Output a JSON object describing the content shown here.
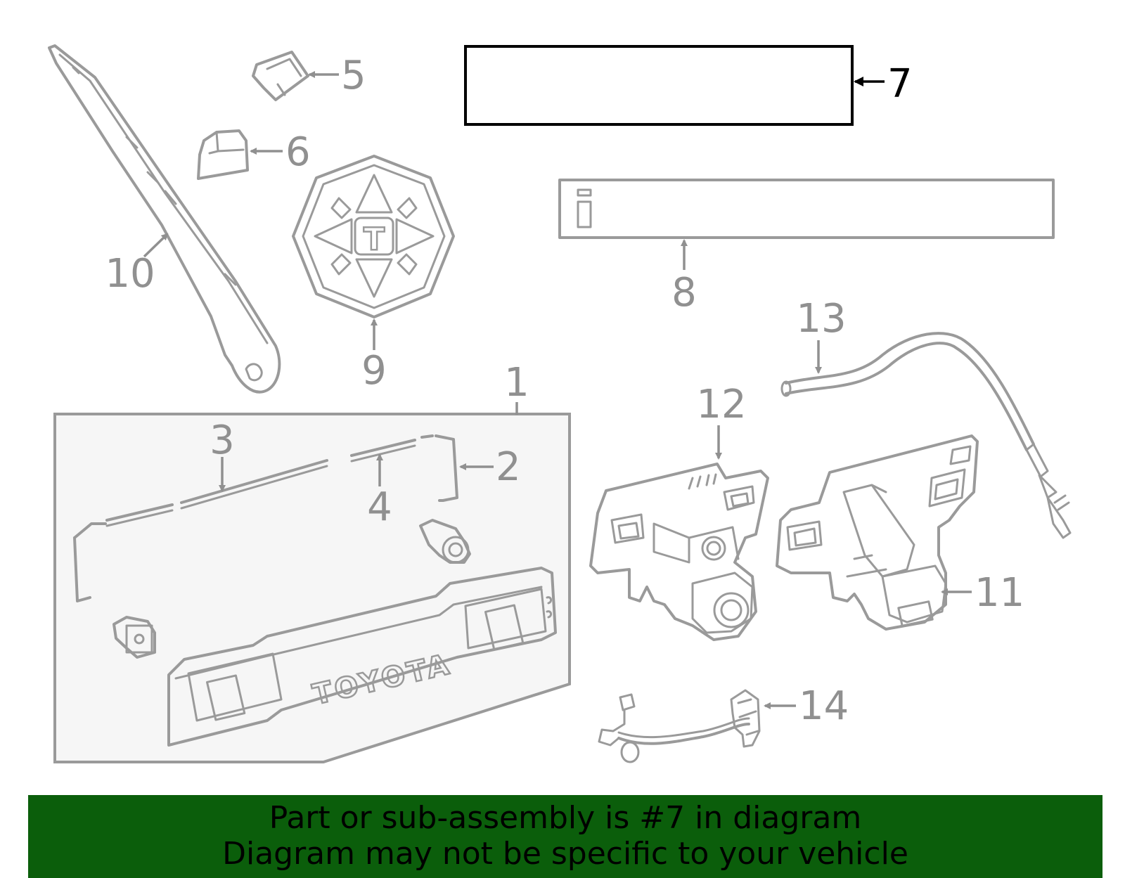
{
  "diagram": {
    "highlighted_callout": "7",
    "colors": {
      "line": "#9a9a9a",
      "highlight": "#000000",
      "banner": "#0b5e0b",
      "panel": "#f6f6f6"
    },
    "callouts": {
      "c1": "1",
      "c2": "2",
      "c3": "3",
      "c4": "4",
      "c5": "5",
      "c6": "6",
      "c7": "7",
      "c8": "8",
      "c9": "9",
      "c10": "10",
      "c11": "11",
      "c12": "12",
      "c13": "13",
      "c14": "14"
    },
    "emblem_letter": "T",
    "plate_text": "TOYOTA"
  },
  "banner": {
    "line1": "Part or sub-assembly is #7 in diagram",
    "line2": "Diagram may not be specific to your vehicle"
  }
}
